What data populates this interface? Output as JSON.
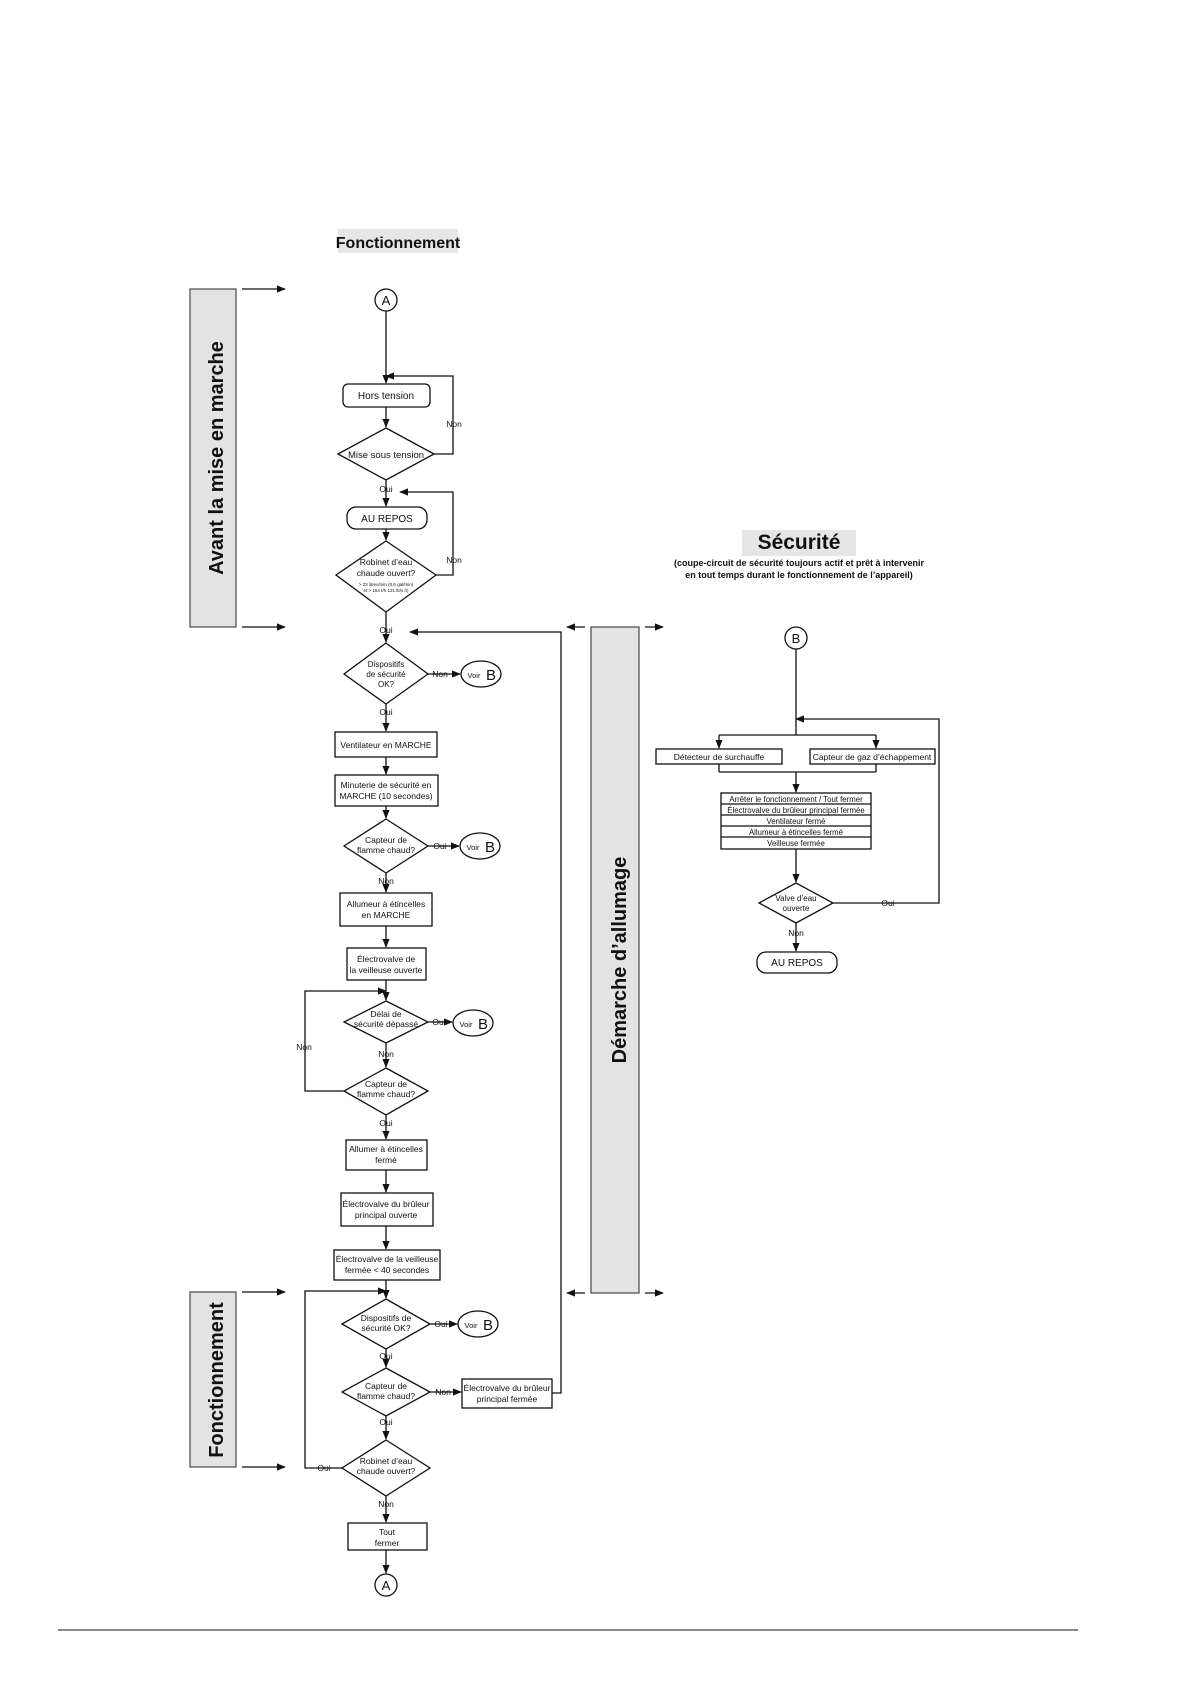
{
  "title_main": "Fonctionnement",
  "sections": {
    "avant": "Avant la mise en marche",
    "demarche": "Démarche d’allumage",
    "fonctionnement": "Fonctionnement"
  },
  "connectors": {
    "a": "A",
    "b": "B"
  },
  "labels": {
    "oui": "Oui",
    "non": "Non",
    "voir": "Voir"
  },
  "main": {
    "hors_tension": "Hors tension",
    "mise_sous_tension": "Mise sous tension",
    "au_repos": "AU REPOS",
    "robinet1_l1": "Robinet d’eau",
    "robinet1_l2": "chaude ouvert?",
    "robinet1_l3": "> 23 litres/min (0,6 gal/min)",
    "robinet1_l4": "et > 154 t/h 121 lb/s h)",
    "disp1_l1": "Dispositifs",
    "disp1_l2": "de sécurité",
    "disp1_l3": "OK?",
    "ventilateur": "Ventilateur en MARCHE",
    "minuterie_l1": "Minuterie de sécurité en",
    "minuterie_l2": "MARCHE (10 secondes)",
    "capteur1_l1": "Capteur de",
    "capteur1_l2": "flamme chaud?",
    "allumeur_l1": "Allumeur à étincelles",
    "allumeur_l2": "en MARCHE",
    "electro_v_l1": "Électrovalve de",
    "electro_v_l2": "la veilleuse ouverte",
    "delai_l1": "Délai de",
    "delai_l2": "sécurité dépassé",
    "capteur2_l1": "Capteur de",
    "capteur2_l2": "flamme chaud?",
    "allumer_l1": "Allumer à étincelles",
    "allumer_l2": "fermé",
    "electro_bp_l1": "Électrovalve du brûleur",
    "electro_bp_l2": "principal ouverte",
    "electro_vf_l1": "Électrovalve de la veilleuse",
    "electro_vf_l2": "fermée < 40 secondes",
    "disp2_l1": "Dispositifs de",
    "disp2_l2": "sécurité OK?",
    "capteur3_l1": "Capteur de",
    "capteur3_l2": "flamme chaud?",
    "electro_bpf_l1": "Électrovalve du brûleur",
    "electro_bpf_l2": "principal fermée",
    "robinet2_l1": "Robinet d’eau",
    "robinet2_l2": "chaude ouvert?",
    "tout_l1": "Tout",
    "tout_l2": "fermer"
  },
  "securite": {
    "title": "Sécurité",
    "subtitle_l1": "(coupe-circuit de sécurité toujours actif et prêt à intervenir",
    "subtitle_l2": "en tout temps durant le fonctionnement de l’appareil)",
    "detecteur": "Détecteur de surchauffe",
    "capteur_gaz": "Capteur de gaz d’échappement",
    "actions": [
      "Arrêter le fonctionnement / Tout fermer",
      "Électrovalve du brûleur principal fermée",
      "Ventilateur fermé",
      "Allumeur à étincelles fermé",
      "Veilleuse fermée"
    ],
    "valve_l1": "Valve d’eau",
    "valve_l2": "ouverte",
    "au_repos": "AU REPOS"
  }
}
